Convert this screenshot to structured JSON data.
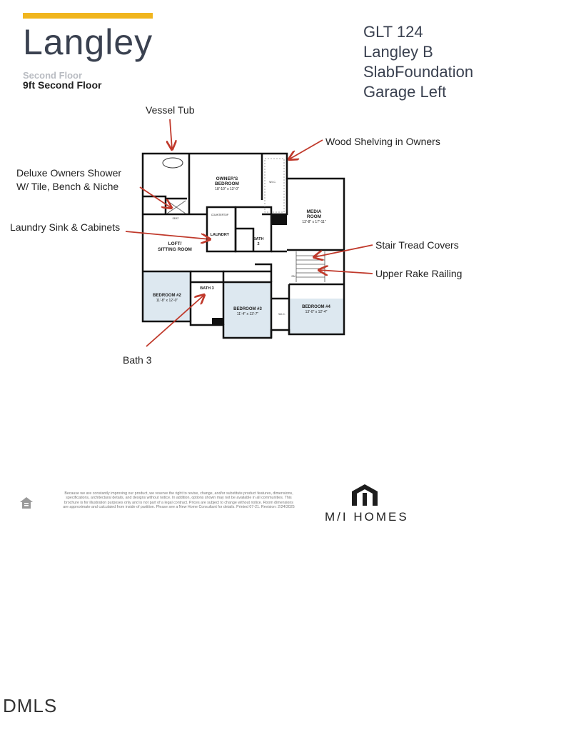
{
  "header": {
    "title": "Langley",
    "floor_label": "Second Floor",
    "floor_option": "9ft Second Floor",
    "accent_color": "#f0b51e"
  },
  "lot_info": [
    "GLT 124",
    "Langley B",
    "SlabFoundation",
    "Garage Left"
  ],
  "callouts": {
    "vessel_tub": "Vessel Tub",
    "wood_shelving": "Wood Shelving in Owners",
    "shower_line1": "Deluxe Owners Shower",
    "shower_line2": "W/ Tile, Bench & Niche",
    "laundry": "Laundry Sink & Cabinets",
    "stair": "Stair Tread Covers",
    "railing": "Upper Rake Railing",
    "bath3": "Bath 3",
    "arrow_color": "#c0392b"
  },
  "rooms": {
    "owners_name1": "OWNER'S",
    "owners_name2": "BEDROOM",
    "owners_dim": "18'-10\" x 13'-0\"",
    "media_name1": "MEDIA",
    "media_name2": "ROOM",
    "media_dim": "13'-8\" x 17'-11\"",
    "loft_name1": "LOFT/",
    "loft_name2": "SITTING ROOM",
    "laundry": "LAUNDRY",
    "bath2_1": "BATH",
    "bath2_2": "2",
    "bath3": "BATH 3",
    "bed2_name": "BEDROOM #2",
    "bed2_dim": "11'-8\" x 12'-0\"",
    "bed3_name": "BEDROOM #3",
    "bed3_dim": "11'-4\" x 13'-7\"",
    "bed4_name": "BEDROOM #4",
    "bed4_dim": "13'-0\" x 12'-4\"",
    "wic": "W.I.C.",
    "seat": "SEAT",
    "dn": "DN",
    "countertop": "COUNTERTOP",
    "bedroom_fill": "#dde8f0"
  },
  "footer": {
    "disclaimer": "Because we are constantly improving our product, we reserve the right to revise, change, and/or substitute product features, dimensions, specifications, architectural details, and designs without notice. In addition, options shown may not be available in all communities. This brochure is for illustration purposes only and is not part of a legal contract. Prices are subject to change without notice. Room dimensions are approximate and calculated from inside of partition. Please see a New Home Consultant for details. Printed 07-21. Revision: 2/24/2025",
    "brand": "M/I HOMES",
    "watermark": "DMLS"
  }
}
